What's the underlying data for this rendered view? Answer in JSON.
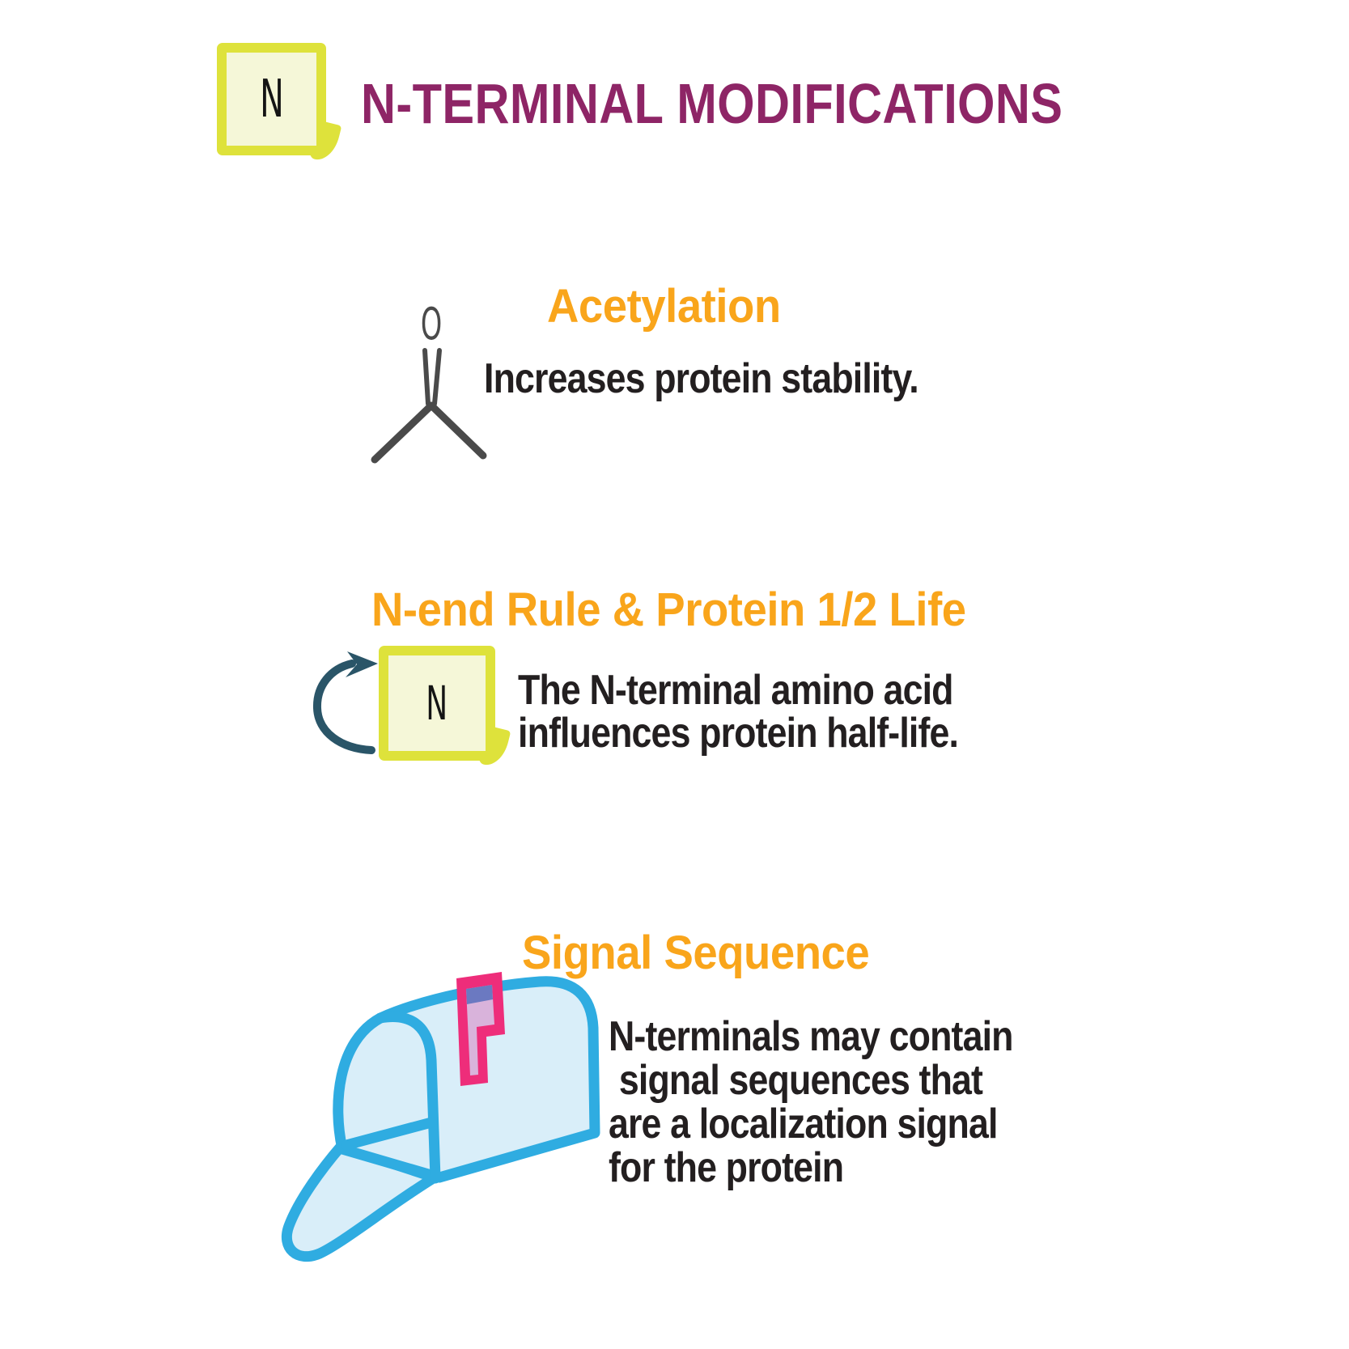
{
  "colors": {
    "title": "#8E2566",
    "heading_orange": "#F9A51B",
    "note_border": "#DEE23B",
    "note_fill": "#F5F7D8",
    "ink": "#231F20",
    "structure_gray": "#4A4A4A",
    "arrow_teal": "#2A5568",
    "mailbox_blue": "#2FACE1",
    "mailbox_fill": "#D9EEF9",
    "flag_pink": "#EE2D7A",
    "flag_inner": "#D9B3DB",
    "flag_accent": "#6B79C1"
  },
  "header": {
    "note_letter": "N",
    "title": "N-TERMINAL MODIFICATIONS"
  },
  "sections": [
    {
      "heading": "Acetylation",
      "structure_label": "O",
      "body": "Increases protein stability."
    },
    {
      "heading": "N-end Rule & Protein 1/2 Life",
      "note_letter": "N",
      "body_lines": [
        "The N-terminal amino acid",
        "influences protein half-life."
      ]
    },
    {
      "heading": "Signal Sequence",
      "body_lines": [
        "N-terminals may contain",
        "signal sequences that",
        "are a localization signal",
        "for the protein"
      ]
    }
  ]
}
